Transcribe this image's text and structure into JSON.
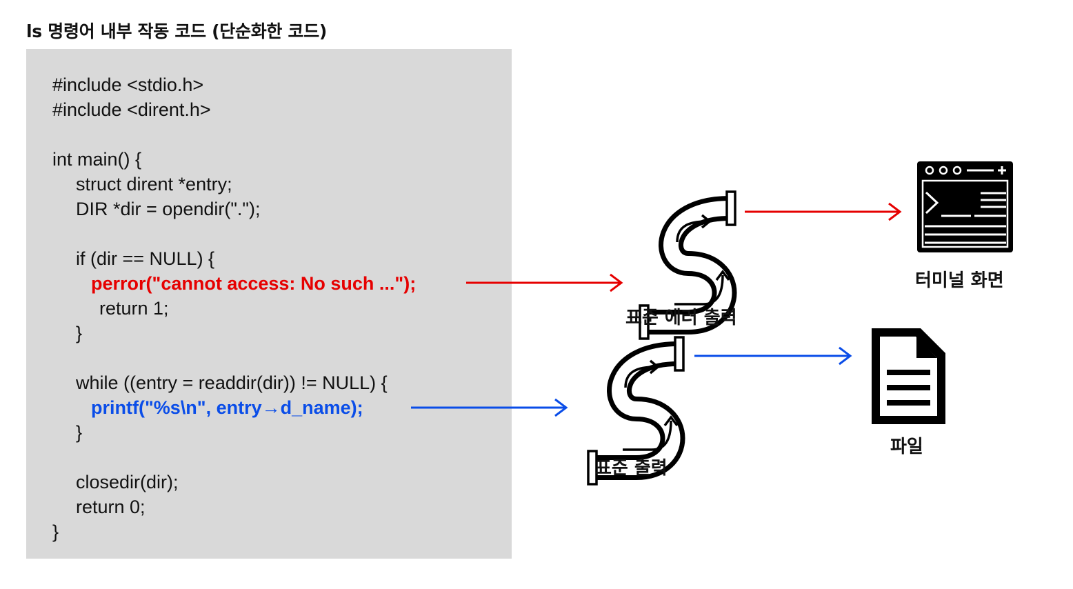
{
  "title": "ls 명령어 내부 작동 코드 (단순화한 코드)",
  "code_lines": [
    "#include <stdio.h>",
    "#include <dirent.h>",
    "int main() {",
    "struct dirent *entry;",
    "DIR *dir = opendir(\".\");",
    "if (dir == NULL) {",
    "perror(\"cannot access: No such ...\");",
    "return 1;",
    "}",
    "while ((entry = readdir(dir)) != NULL) {",
    "printf(\"%s\\n\", entry→d_name);",
    "}",
    "closedir(dir);",
    "return 0;",
    "}"
  ],
  "labels": {
    "stderr_pipe": "표준 에러 출력",
    "stdout_pipe": "표준 출력",
    "terminal": "터미널 화면",
    "file": "파일"
  },
  "colors": {
    "error": "#e60000",
    "stdout": "#0a4de8",
    "code_bg": "#d9d9d9"
  },
  "icons": [
    "pipe-icon",
    "terminal-icon",
    "file-icon"
  ]
}
